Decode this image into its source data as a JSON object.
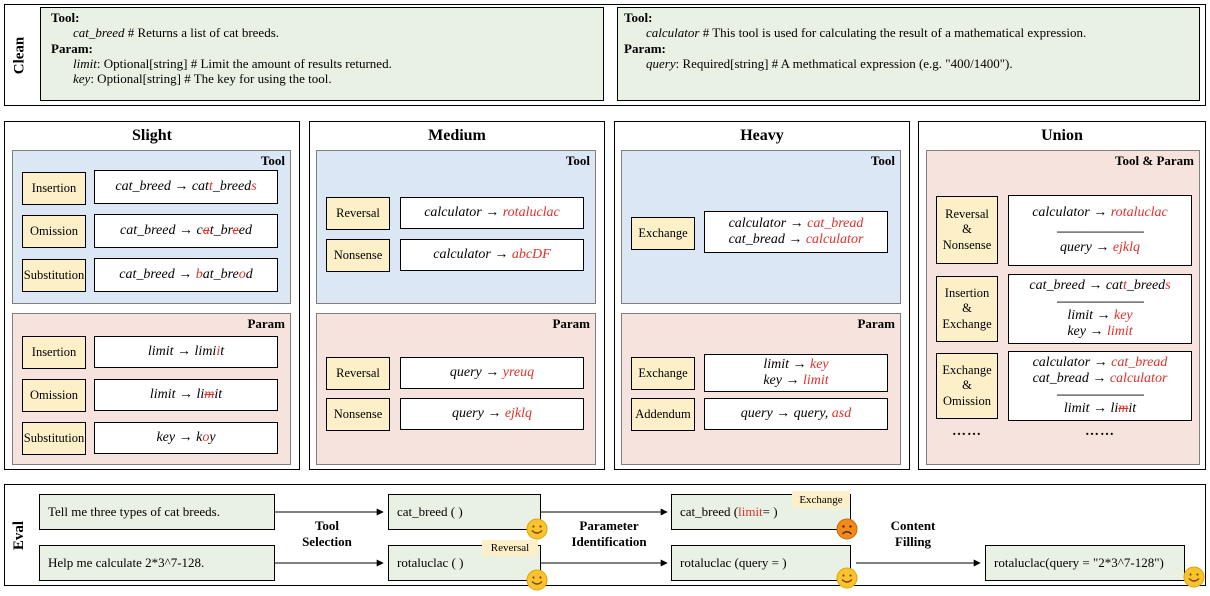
{
  "clean": {
    "label": "Clean",
    "left": {
      "tool_head": "Tool:",
      "tool_name": "cat_breed",
      "tool_desc": " # Returns a list of cat breeds.",
      "param_head": "Param:",
      "p1_name": "limit",
      "p1_desc": ": Optional[string] # Limit the amount of results returned.",
      "p2_name": "key",
      "p2_desc": ": Optional[string] # The key for using the tool."
    },
    "right": {
      "tool_head": "Tool:",
      "tool_name": "calculator",
      "tool_desc": " # This tool is used for calculating the result of a mathematical expression.",
      "param_head": "Param:",
      "p1_name": "query",
      "p1_desc": ": Required[string] # A methmatical expression (e.g. \"400/1400\")."
    }
  },
  "columns": {
    "slight": {
      "title": "Slight",
      "tool_label": "Tool",
      "param_label": "Param",
      "tool_rows": [
        {
          "tag": "Insertion",
          "a": "cat_breed → cat",
          "b": "t",
          "c": "_breed",
          "d": "s"
        },
        {
          "tag": "Omission",
          "a": "cat_breed → c",
          "b": "a",
          "c": "t_br",
          "d": "e",
          "e": "ed"
        },
        {
          "tag": "Substitution",
          "a": "cat_breed → ",
          "b": "b",
          "c": "at_bre",
          "d": "o",
          "e": "d"
        }
      ],
      "param_rows": [
        {
          "tag": "Insertion",
          "a": "limit → limi",
          "b": "i",
          "c": "t"
        },
        {
          "tag": "Omission",
          "a": "limit → li",
          "b": "m",
          "c": "it"
        },
        {
          "tag": "Substitution",
          "a": "key → k",
          "b": "o",
          "c": "y"
        }
      ]
    },
    "medium": {
      "title": "Medium",
      "tool_label": "Tool",
      "param_label": "Param",
      "tool_rows": [
        {
          "tag": "Reversal",
          "a": "calculator → ",
          "b": "rotaluclac"
        },
        {
          "tag": "Nonsense",
          "a": "calculator → ",
          "b": "abcDF"
        }
      ],
      "param_rows": [
        {
          "tag": "Reversal",
          "a": "query → ",
          "b": "yreuq"
        },
        {
          "tag": "Nonsense",
          "a": "query → ",
          "b": "ejklq"
        }
      ]
    },
    "heavy": {
      "title": "Heavy",
      "tool_label": "Tool",
      "param_label": "Param",
      "tool_rows": [
        {
          "tag": "Exchange",
          "l1a": "calculator → ",
          "l1b": "cat_bread",
          "l2a": "cat_bread → ",
          "l2b": "calculator"
        }
      ],
      "param_rows": [
        {
          "tag": "Exchange",
          "l1a": "limit → ",
          "l1b": "key",
          "l2a": "key → ",
          "l2b": "limit"
        },
        {
          "tag": "Addendum",
          "a": "query → query, ",
          "b": "asd"
        }
      ]
    },
    "union": {
      "title": "Union",
      "label": "Tool & Param",
      "rows": [
        {
          "tag": "Reversal & Nonsense",
          "l1a": "calculator → ",
          "l1b": "rotaluclac",
          "sep": "-----------------------------",
          "l2a": "query → ",
          "l2b": "ejklq"
        },
        {
          "tag": "Insertion & Exchange",
          "l1a": "cat_breed → cat",
          "l1b": "t",
          "l1c": "_breed",
          "l1d": "s",
          "sep": "-----------------------------",
          "l2a": "limit → ",
          "l2b": "key",
          "l3a": "key → ",
          "l3b": "limit"
        },
        {
          "tag": "Exchange & Omission",
          "l1a": "calculator → ",
          "l1b": "cat_bread",
          "l2a": "cat_bread → ",
          "l2b": "calculator",
          "sep": "-----------------------------",
          "l3a": "limit → li",
          "l3b": "m",
          "l3c": "it"
        }
      ],
      "dots": "……"
    }
  },
  "eval": {
    "label": "Eval",
    "q1": "Tell me three types of cat breeds.",
    "q2": "Help me calculate 2*3^7-128.",
    "step1": "Tool Selection",
    "step2": "Parameter Identification",
    "step3": "Content Filling",
    "ts1": "cat_breed ( )",
    "ts2": "rotaluclac ( )",
    "ts2_badge": "Reversal",
    "pi1_a": "cat_breed (",
    "pi1_b": "limit",
    "pi1_c": " = )",
    "pi1_badge": "Exchange",
    "pi2": "rotaluclac (query = )",
    "cf": "rotaluclac(query = \"2*3^7-128\")"
  }
}
